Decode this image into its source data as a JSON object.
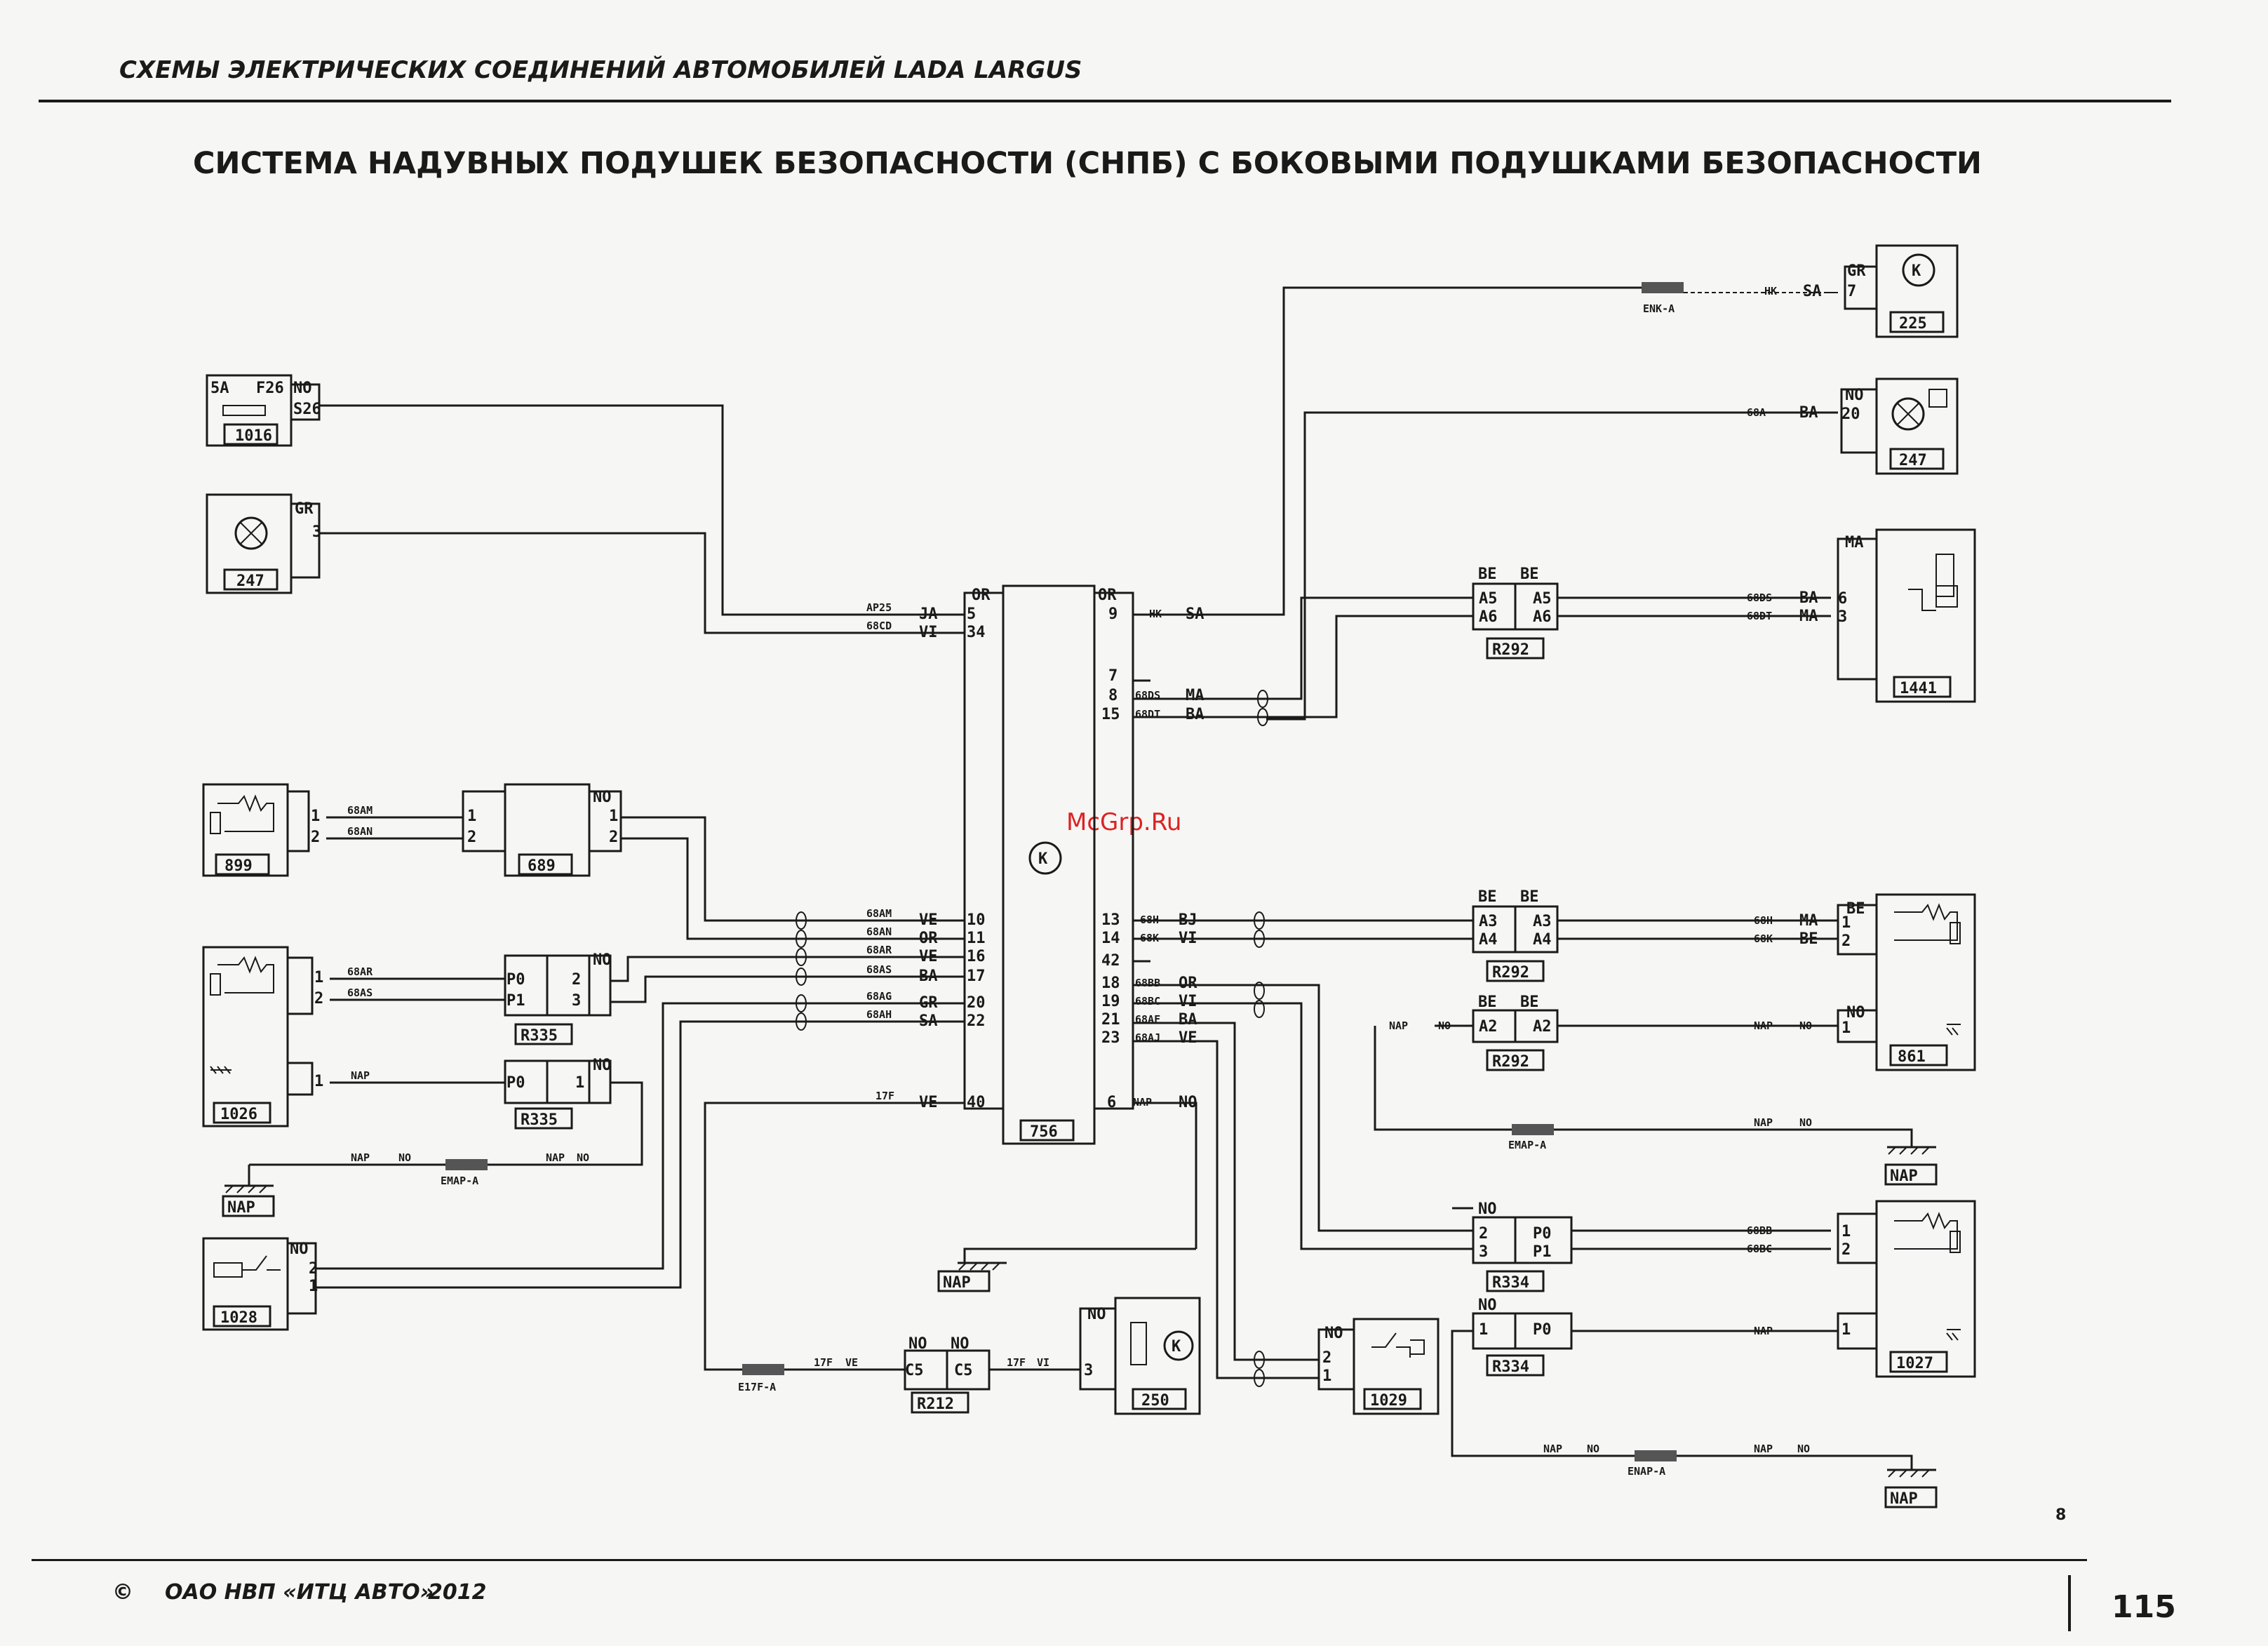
{
  "running_head": "СХЕМЫ ЭЛЕКТРИЧЕСКИХ СОЕДИНЕНИЙ АВТОМОБИЛЕЙ LADA LARGUS",
  "title": "СИСТЕМА НАДУВНЫХ ПОДУШЕК БЕЗОПАСНОСТИ (СНПБ) С БОКОВЫМИ ПОДУШКАМИ БЕЗОПАСНОСТИ",
  "watermark": "McGrp.Ru",
  "footer": {
    "copyright_symbol": "©",
    "publisher": "ОАО НВП «ИТЦ АВТО»",
    "year": "2012",
    "note": "8",
    "page": "115"
  },
  "components": {
    "c1016": {
      "id": "1016",
      "fuse": "5A",
      "fuse_id": "F26",
      "color": "NO",
      "pin": "S26"
    },
    "c247_left": {
      "id": "247",
      "color": "GR",
      "pin": "3"
    },
    "c899": {
      "id": "899",
      "pins": [
        "1",
        "2"
      ]
    },
    "c689": {
      "id": "689",
      "color": "NO",
      "pins": [
        "1",
        "2",
        "1",
        "2"
      ]
    },
    "c1026": {
      "id": "1026",
      "pins": [
        "1",
        "2",
        "1"
      ]
    },
    "r335_a": {
      "id": "R335",
      "color": "NO",
      "pins": [
        "P0",
        "P1",
        "2",
        "3"
      ]
    },
    "r335_b": {
      "id": "R335",
      "color": "NO",
      "pins": [
        "P0",
        "1"
      ]
    },
    "nap_left": {
      "id": "NAP"
    },
    "c1028": {
      "id": "1028",
      "color": "NO",
      "pins": [
        "2",
        "1"
      ]
    },
    "c756": {
      "id": "756",
      "left_color": "OR",
      "right_color": "OR"
    },
    "nap_mid": {
      "id": "NAP"
    },
    "r212": {
      "id": "R212",
      "colors": [
        "NO",
        "NO"
      ],
      "pins": [
        "C5",
        "C5"
      ]
    },
    "c250": {
      "id": "250",
      "color": "NO",
      "pin": "3"
    },
    "c1029": {
      "id": "1029",
      "color": "NO",
      "pins": [
        "2",
        "1"
      ]
    },
    "c225": {
      "id": "225",
      "color": "GR",
      "pin": "7"
    },
    "c247_right": {
      "id": "247",
      "color": "NO",
      "pin": "20"
    },
    "c1441": {
      "id": "1441",
      "color": "MA",
      "pins": [
        "6",
        "3"
      ]
    },
    "r292_a": {
      "id": "R292",
      "colors": [
        "BE",
        "BE"
      ],
      "pins": [
        "A5",
        "A6",
        "A5",
        "A6"
      ]
    },
    "r292_b": {
      "id": "R292",
      "colors": [
        "BE",
        "BE"
      ],
      "pins": [
        "A3",
        "A4",
        "A3",
        "A4"
      ]
    },
    "r292_c": {
      "id": "R292",
      "colors": [
        "BE",
        "BE"
      ],
      "pins": [
        "A2",
        "A2"
      ]
    },
    "c861": {
      "id": "861",
      "colors": [
        "BE",
        "NO"
      ],
      "pins": [
        "1",
        "2",
        "1"
      ]
    },
    "nap_right1": {
      "id": "NAP"
    },
    "r334_a": {
      "id": "R334",
      "color": "NO",
      "pins": [
        "2",
        "3",
        "P0",
        "P1"
      ]
    },
    "r334_b": {
      "id": "R334",
      "color": "NO",
      "pins": [
        "1",
        "P0"
      ]
    },
    "c1027": {
      "id": "1027",
      "pins": [
        "1",
        "2",
        "1"
      ]
    },
    "nap_right2": {
      "id": "NAP"
    }
  },
  "ecu_left_pins": [
    {
      "wire": "AP25",
      "color": "JA",
      "pin": "5"
    },
    {
      "wire": "68CD",
      "color": "VI",
      "pin": "34"
    },
    {
      "wire": "68AM",
      "color": "VE",
      "pin": "10"
    },
    {
      "wire": "68AN",
      "color": "OR",
      "pin": "11"
    },
    {
      "wire": "68AR",
      "color": "VE",
      "pin": "16"
    },
    {
      "wire": "68AS",
      "color": "BA",
      "pin": "17"
    },
    {
      "wire": "68AG",
      "color": "GR",
      "pin": "20"
    },
    {
      "wire": "68AH",
      "color": "SA",
      "pin": "22"
    },
    {
      "wire": "17F",
      "color": "VE",
      "pin": "40"
    }
  ],
  "ecu_right_pins": [
    {
      "wire": "HK",
      "color": "SA",
      "pin": "9"
    },
    {
      "wire": "",
      "color": "",
      "pin": "7"
    },
    {
      "wire": "68DS",
      "color": "MA",
      "pin": "8"
    },
    {
      "wire": "68DT",
      "color": "BA",
      "pin": "15"
    },
    {
      "wire": "68H",
      "color": "BJ",
      "pin": "13"
    },
    {
      "wire": "68K",
      "color": "VI",
      "pin": "14"
    },
    {
      "wire": "",
      "color": "",
      "pin": "42"
    },
    {
      "wire": "68BB",
      "color": "OR",
      "pin": "18"
    },
    {
      "wire": "68BC",
      "color": "VI",
      "pin": "19"
    },
    {
      "wire": "68AF",
      "color": "BA",
      "pin": "21"
    },
    {
      "wire": "68AJ",
      "color": "VE",
      "pin": "23"
    },
    {
      "wire": "NAP",
      "color": "NO",
      "pin": "6"
    }
  ],
  "wire_labels": {
    "w68am": "68AM",
    "w68an": "68AN",
    "w68ar": "68AR",
    "w68as": "68AS",
    "nap": "NAP",
    "no": "NO",
    "emapa": "EMAP-A",
    "enka": "ENK-A",
    "enapa": "ENAP-A",
    "e17fa": "E17F-A",
    "w17f": "17F",
    "ve": "VE",
    "vi": "VI",
    "hk": "HK",
    "sa": "SA",
    "w68a": "68A",
    "ba": "BA",
    "w68ds": "68DS",
    "w68dt": "68DT",
    "ma": "MA",
    "w68h": "68H",
    "w68k": "68K",
    "be": "BE",
    "w68bb": "68BB",
    "w68bc": "68BC"
  }
}
